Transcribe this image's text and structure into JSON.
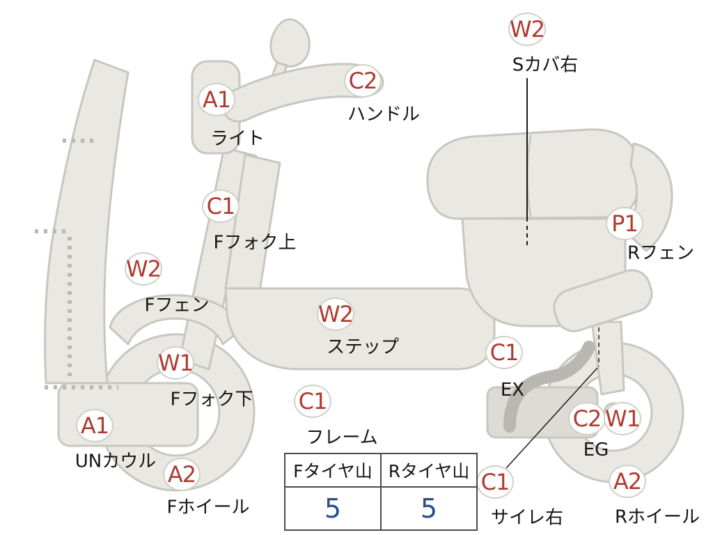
{
  "markers": [
    {
      "code": "W2",
      "label": "Sカバ右"
    },
    {
      "code": "A1",
      "label": "ライト"
    },
    {
      "code": "C2",
      "label": "ハンドル"
    },
    {
      "code": "C1",
      "label": "Fフォク上"
    },
    {
      "code": "W2",
      "label": "Fフェン"
    },
    {
      "code": "P1",
      "label": "Rフェン"
    },
    {
      "code": "W2",
      "label": "ステップ"
    },
    {
      "code": "W1",
      "label": "Fフォク下"
    },
    {
      "code": "C1",
      "label": "フレーム"
    },
    {
      "code": "C1",
      "label": "EX"
    },
    {
      "code": "A1",
      "label": "UNカウル"
    },
    {
      "code": "A2",
      "label": "Fホイール"
    },
    {
      "code": "C2",
      "label": "EG"
    },
    {
      "code": "W1",
      "label": ""
    },
    {
      "code": "C1",
      "label": "サイレ右"
    },
    {
      "code": "A2",
      "label": "Rホイール"
    }
  ],
  "tire_table": {
    "headers": [
      "Fタイヤ山",
      "Rタイヤ山"
    ],
    "values": [
      "5",
      "5"
    ]
  },
  "colors": {
    "code_red": "#b03a30",
    "value_blue": "#2a4d8f",
    "body_fill": "#e9e8e2",
    "body_stroke": "#c7c6c0"
  }
}
